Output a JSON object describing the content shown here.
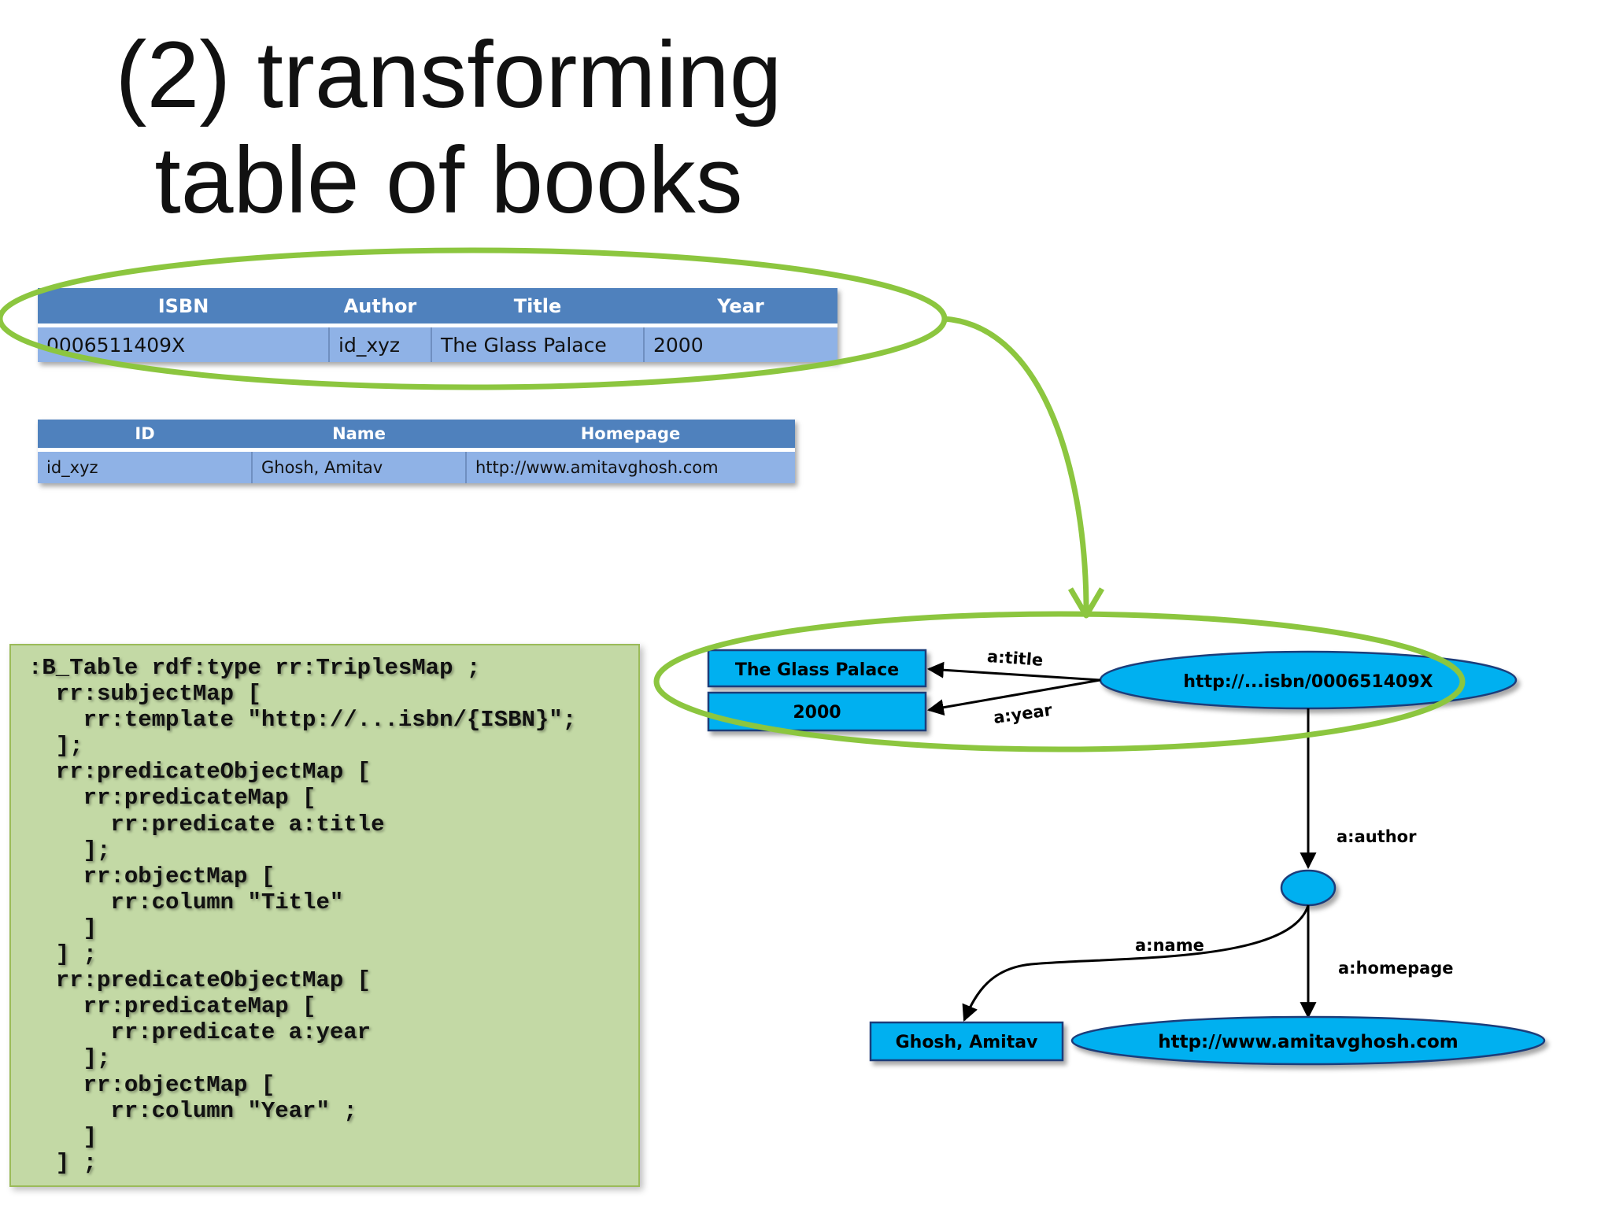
{
  "slide": {
    "title_line1": "(2) transforming",
    "title_line2": "table of books"
  },
  "books_table": {
    "headers": [
      "ISBN",
      "Author",
      "Title",
      "Year"
    ],
    "row": [
      "0006511409X",
      "id_xyz",
      "The Glass Palace",
      "2000"
    ]
  },
  "authors_table": {
    "headers": [
      "ID",
      "Name",
      "Homepage"
    ],
    "row": [
      "id_xyz",
      "Ghosh, Amitav",
      "http://www.amitavghosh.com"
    ]
  },
  "mapping_code": ":B_Table rdf:type rr:TriplesMap ;\n  rr:subjectMap [\n    rr:template \"http://...isbn/{ISBN}\";\n  ];\n  rr:predicateObjectMap [\n    rr:predicateMap [\n      rr:predicate a:title\n    ];\n    rr:objectMap [\n      rr:column \"Title\"\n    ]\n  ] ;\n  rr:predicateObjectMap [\n    rr:predicateMap [\n      rr:predicate a:year\n    ];\n    rr:objectMap [\n      rr:column \"Year\" ;\n    ]\n  ] ;",
  "graph": {
    "literal_title": "The Glass Palace",
    "literal_year": "2000",
    "subject_uri": "http://...isbn/000651409X",
    "edge_title": "a:title",
    "edge_year": "a:year",
    "edge_author": "a:author",
    "edge_name": "a:name",
    "edge_homepage": "a:homepage",
    "literal_name": "Ghosh, Amitav",
    "homepage_uri": "http://www.amitavghosh.com"
  },
  "colors": {
    "highlight_green": "#8cc63f",
    "table_header": "#4f81bd",
    "table_cell": "#8fb2e6",
    "node_fill": "#00b0f0",
    "code_background": "#c3d9a5"
  }
}
